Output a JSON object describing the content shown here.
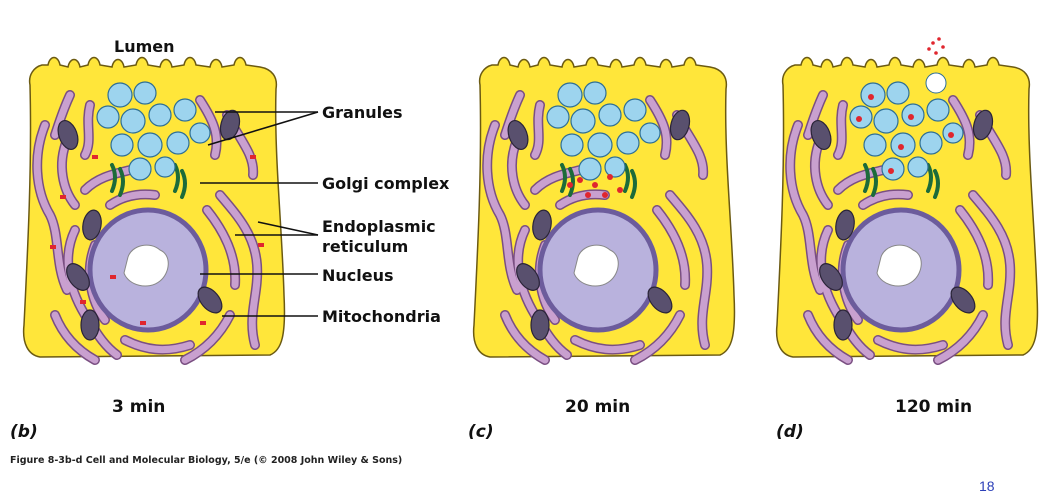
{
  "labels": {
    "lumen": "Lumen",
    "granules": "Granules",
    "golgi": "Golgi complex",
    "er_line1": "Endoplasmic",
    "er_line2": "reticulum",
    "nucleus": "Nucleus",
    "mitochondria": "Mitochondria"
  },
  "panels": [
    {
      "letter": "(b)",
      "time": "3 min"
    },
    {
      "letter": "(c)",
      "time": "20 min"
    },
    {
      "letter": "(d)",
      "time": "120 min"
    }
  ],
  "caption": "Figure 8-3b-d  Cell and Molecular Biology, 5/e (© 2008 John Wiley & Sons)",
  "page_number": "18",
  "colors": {
    "cytoplasm": "#ffe63a",
    "cell_outline": "#6b5a12",
    "er": "#c9a0cf",
    "er_outline": "#7a4f82",
    "nucleus": "#b9b2dd",
    "nucleus_outline": "#6c5c9c",
    "granule": "#9dd4ee",
    "granule_outline": "#2e6f95",
    "golgi": "#1c6b3a",
    "mitochondria": "#59506e",
    "label_protein": "#e0262e"
  }
}
